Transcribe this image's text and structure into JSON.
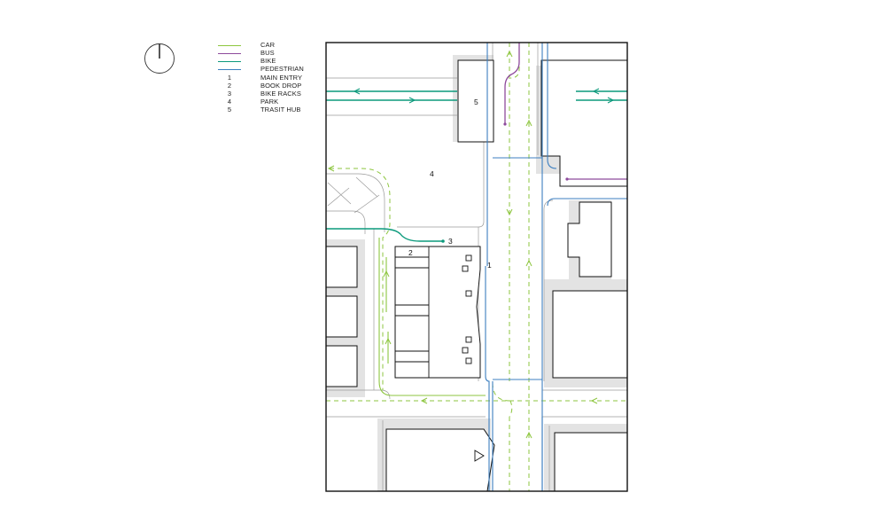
{
  "legend": {
    "lines": [
      {
        "label": "CAR",
        "color": "#8dc63f"
      },
      {
        "label": "BUS",
        "color": "#8e4a9c"
      },
      {
        "label": "BIKE",
        "color": "#0c9a7c"
      },
      {
        "label": "PEDESTRIAN",
        "color": "#3c7fc0"
      }
    ],
    "keys": [
      {
        "num": "1",
        "label": "MAIN ENTRY"
      },
      {
        "num": "2",
        "label": "BOOK DROP"
      },
      {
        "num": "3",
        "label": "BIKE RACKS"
      },
      {
        "num": "4",
        "label": "PARK"
      },
      {
        "num": "5",
        "label": "TRASIT HUB"
      }
    ]
  },
  "map_labels": {
    "main_entry": "1",
    "book_drop": "2",
    "bike_racks": "3",
    "park": "4",
    "transit_hub": "5"
  },
  "colors": {
    "car": "#8dc63f",
    "bus": "#8e4a9c",
    "bike": "#0c9a7c",
    "pedestrian": "#3c7fc0",
    "shadow": "#e3e3e3",
    "curb": "#9a9a9a"
  },
  "icons": {
    "compass": "north-arrow-icon",
    "entry": "triangle-entry-icon"
  }
}
